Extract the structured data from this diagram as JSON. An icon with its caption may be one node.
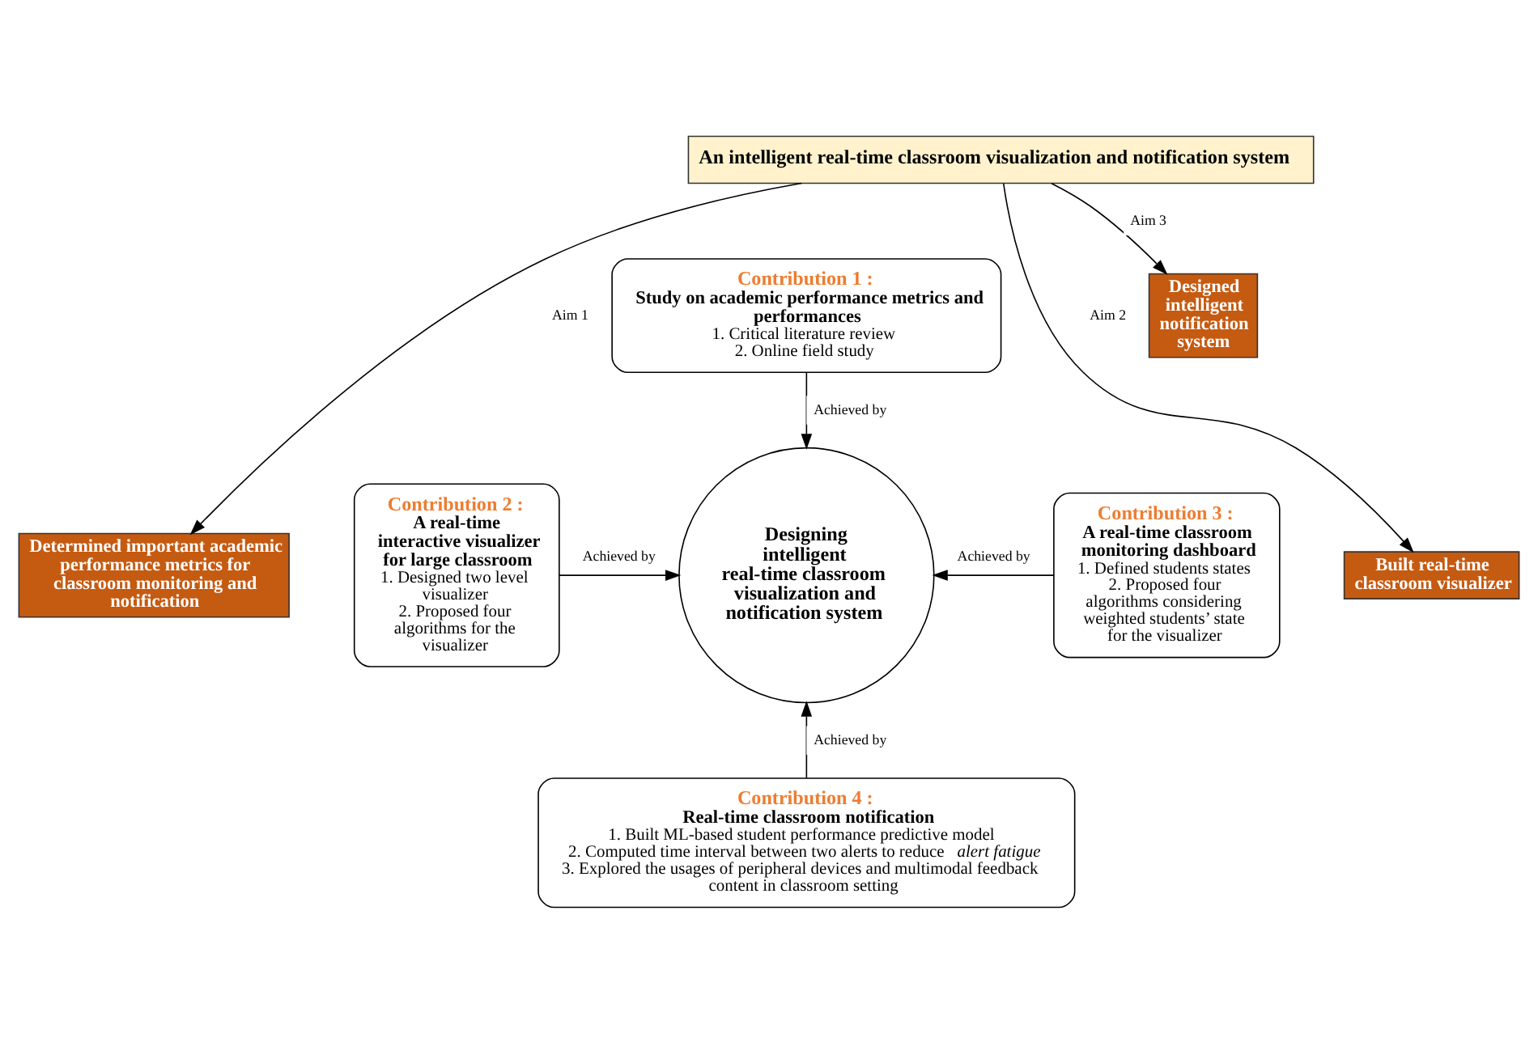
{
  "diagram": {
    "nodes": [
      {
        "text": [
          "An intelligent real-time classroom visualization and notification system"
        ]
      },
      {
        "text": [
          "Contribution 1 :",
          "Study on academic performance metrics and performances",
          "1. Critical literature review",
          "2. Online field study"
        ]
      },
      {
        "text": [
          "Contribution 2 :",
          "A real-time interactive visualizer for large classroom",
          "1. Designed two level visualizer",
          "2. Proposed four algorithms for the visualizer"
        ]
      },
      {
        "text": [
          "Designing intelligent real-time classroom visualization and notification system"
        ]
      },
      {
        "text": [
          "Contribution 3 :",
          "A real-time classroom monitoring dashboard",
          "1. Defined students states",
          "2. Proposed four algorithms considering weighted students’ state for the visualizer"
        ]
      },
      {
        "text": [
          "Contribution 4 :",
          "Real-time classroom notification",
          "1. Built ML-based student performance predictive model",
          "2. Computed time interval between two alerts to reduce *alert fatigue*",
          "3. Explored the usages of peripheral devices and multimodal feedback content in classroom setting"
        ]
      },
      {
        "text": [
          "Determined important academic performance metrics for classroom monitoring and notification"
        ]
      },
      {
        "text": [
          "Built real-time classroom visualizer"
        ]
      },
      {
        "text": [
          "Designed intelligent notification system"
        ]
      }
    ],
    "edges": [
      {
        "from": 0,
        "to": 6,
        "arrow": "to",
        "label": "Aim 1"
      },
      {
        "from": 0,
        "to": 7,
        "arrow": "to",
        "label": "Aim 2"
      },
      {
        "from": 0,
        "to": 8,
        "arrow": "to",
        "label": "Aim 3"
      },
      {
        "from": 1,
        "to": 3,
        "arrow": "to",
        "label": "Achieved by"
      },
      {
        "from": 2,
        "to": 3,
        "arrow": "to",
        "label": "Achieved by"
      },
      {
        "from": 4,
        "to": 3,
        "arrow": "to",
        "label": "Achieved by"
      },
      {
        "from": 5,
        "to": 3,
        "arrow": "to",
        "label": "Achieved by"
      }
    ]
  }
}
